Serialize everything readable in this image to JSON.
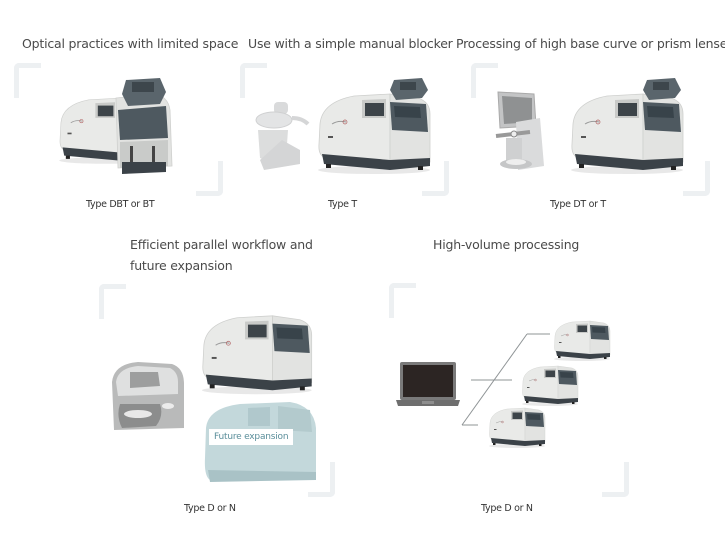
{
  "panels": [
    {
      "title": "Optical practices with limited space",
      "caption": "Type DBT or BT",
      "devices": [
        "edger-with-integrated-blocker"
      ]
    },
    {
      "title": "Use with a simple manual blocker",
      "caption": "Type T",
      "devices": [
        "manual-blocker",
        "edger"
      ]
    },
    {
      "title": "Processing of high base curve or prism lenses",
      "caption": "Type DT or T",
      "devices": [
        "lensmeter-blocker",
        "edger"
      ]
    },
    {
      "title": "Efficient parallel workflow and future expansion",
      "title_lines": [
        "Efficient parallel workflow and",
        "future expansion"
      ],
      "caption": "Type D or N",
      "devices": [
        "edger",
        "tracer-blocker",
        "future-edger"
      ],
      "future_label": "Future expansion"
    },
    {
      "title": "High-volume processing",
      "caption": "Type D or N",
      "devices": [
        "laptop",
        "edger",
        "edger",
        "edger"
      ]
    }
  ],
  "colors": {
    "corner_bracket": "#edf0f2",
    "machine_body": "#e4e5e3",
    "machine_dark": "#4a555c",
    "future_tint": "#b5cfd3",
    "future_text": "#5a8e9a"
  }
}
